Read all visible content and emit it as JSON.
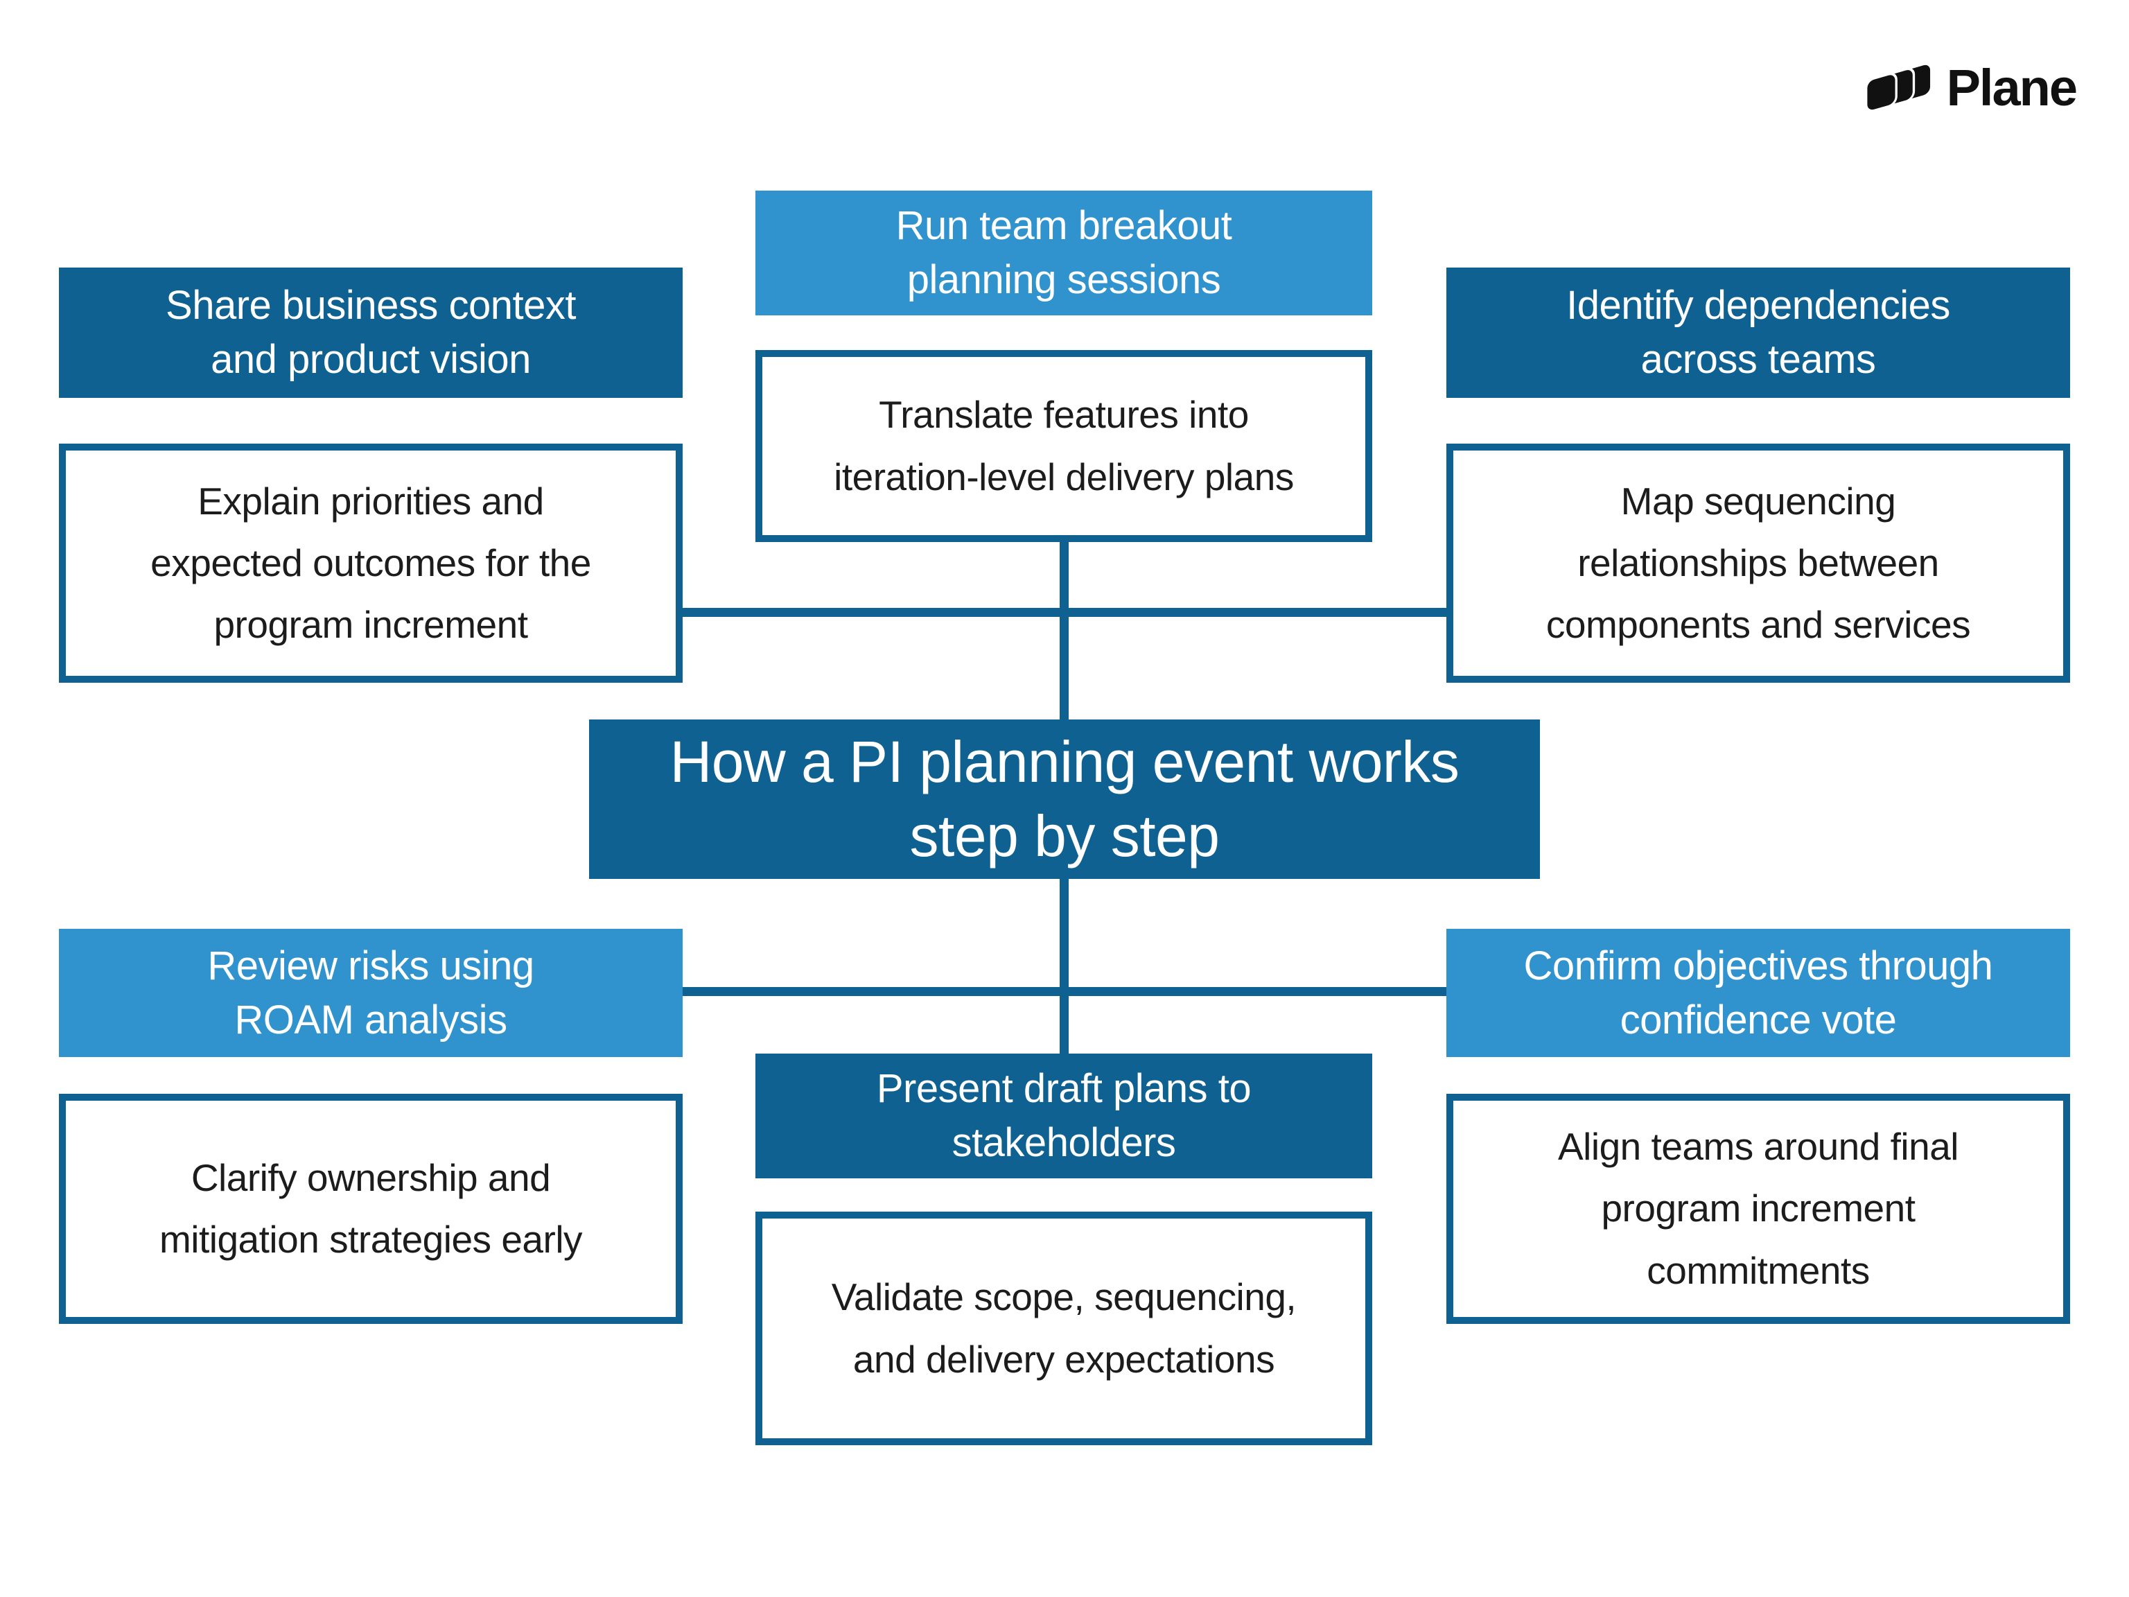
{
  "colors": {
    "dark_blue": "#0e6191",
    "light_blue": "#3093ce",
    "text_dark": "#1c1c1c"
  },
  "logo": {
    "name": "Plane"
  },
  "title": "How a PI planning event works\nstep by step",
  "steps": {
    "share": {
      "header": "Share business context\nand product vision",
      "detail": "Explain priorities and\nexpected outcomes for the\nprogram increment"
    },
    "breakout": {
      "header": "Run team breakout\nplanning sessions",
      "detail": "Translate features into\niteration-level delivery plans"
    },
    "dependencies": {
      "header": "Identify dependencies\nacross teams",
      "detail": "Map sequencing\nrelationships between\ncomponents and services"
    },
    "risks": {
      "header": "Review risks using\nROAM analysis",
      "detail": "Clarify ownership and\nmitigation strategies early"
    },
    "present": {
      "header": "Present draft plans to\nstakeholders",
      "detail": "Validate scope, sequencing,\nand delivery expectations"
    },
    "confidence": {
      "header": "Confirm objectives through\nconfidence vote",
      "detail": "Align teams around final\nprogram increment\ncommitments"
    }
  }
}
